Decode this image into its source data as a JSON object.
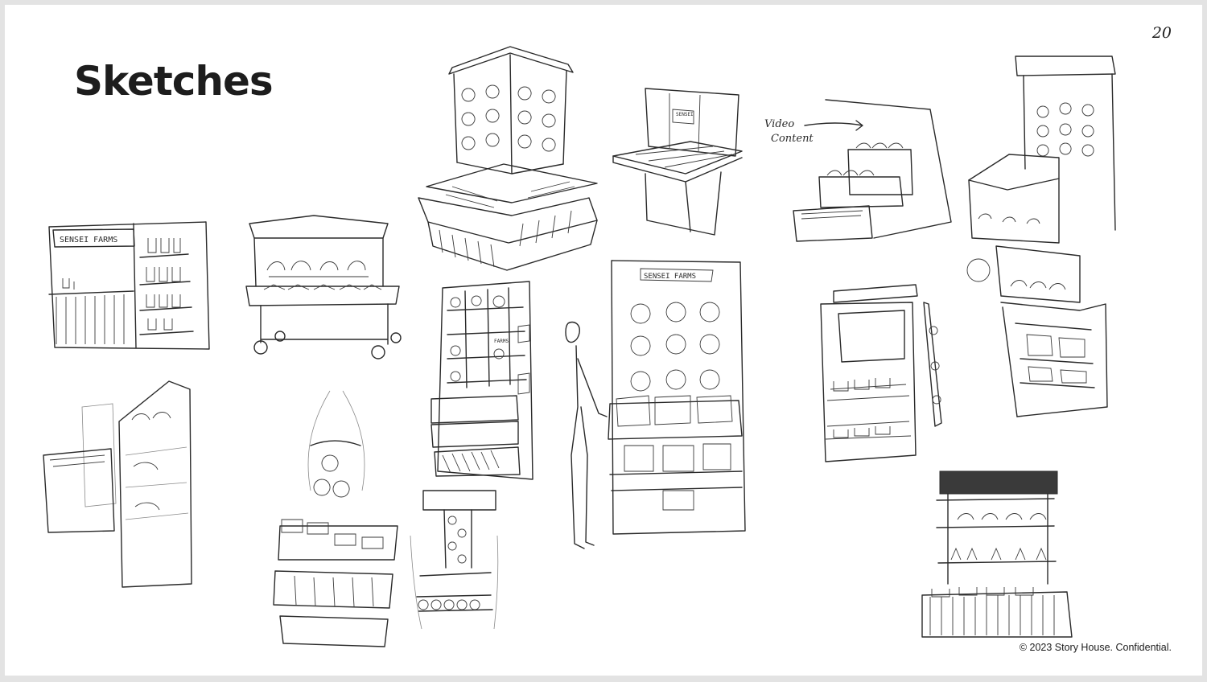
{
  "slide": {
    "title": "Sketches",
    "page_number": "20",
    "footer": "© 2023 Story House. Confidential."
  },
  "sketch_labels": {
    "brand_1": "SENSEI FARMS",
    "brand_2": "SENSEI",
    "brand_3": "FARMS",
    "brand_4": "SENSEI FARMS",
    "annotation_1": "Video",
    "annotation_2": "Content"
  },
  "colors": {
    "background": "#ffffff",
    "frame": "#e3e3e3",
    "ink": "#1d1d1d"
  }
}
